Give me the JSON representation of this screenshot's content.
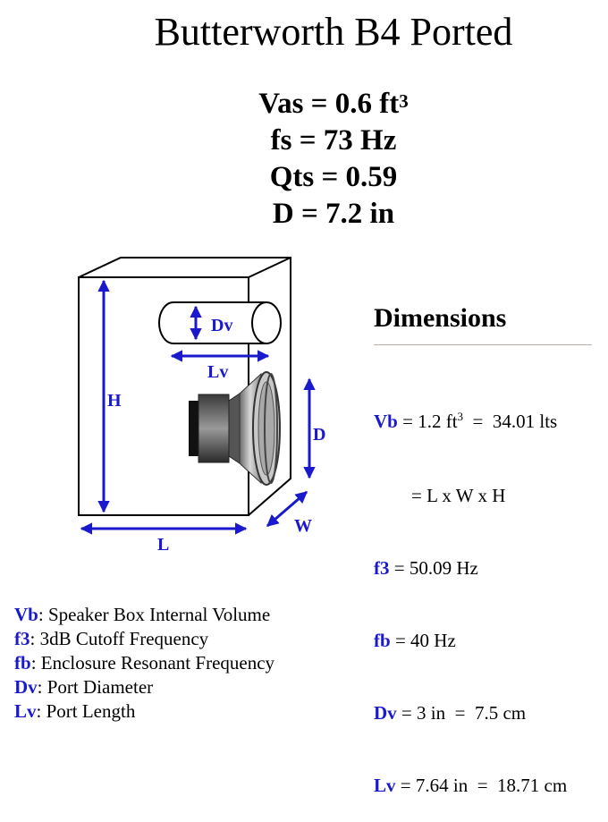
{
  "title": "Butterworth B4 Ported",
  "specs": {
    "vas_text": "Vas = 0.6 ft",
    "vas_sup": "3",
    "fs": "fs = 73 Hz",
    "qts": "Qts = 0.59",
    "d": "D = 7.2 in"
  },
  "diagram_labels": {
    "dv": "Dv",
    "lv": "Lv",
    "h": "H",
    "d": "D",
    "w": "W",
    "l": "L"
  },
  "dimensions": {
    "heading": "Dimensions",
    "vb": {
      "key": "Vb",
      "value": " = 1.2 ft",
      "sup": "3",
      "value2": "  =  34.01 lts"
    },
    "vb_formula": "        = L x W x H",
    "f3": {
      "key": "f3",
      "value": " = 50.09 Hz"
    },
    "fb": {
      "key": "fb",
      "value": " = 40 Hz"
    },
    "dv": {
      "key": "Dv",
      "value": " = 3 in  =  7.5 cm"
    },
    "lv": {
      "key": "Lv",
      "value": " = 7.64 in  =  18.71 cm"
    }
  },
  "legend": [
    {
      "key": "Vb",
      "text": ": Speaker Box Internal Volume"
    },
    {
      "key": "f3",
      "text": ": 3dB Cutoff Frequency"
    },
    {
      "key": "fb",
      "text": ": Enclosure Resonant Frequency"
    },
    {
      "key": "Dv",
      "text": ": Port Diameter"
    },
    {
      "key": "Lv",
      "text": ": Port Length"
    }
  ],
  "colors": {
    "accent": "#1a1acc",
    "line": "#000000"
  }
}
